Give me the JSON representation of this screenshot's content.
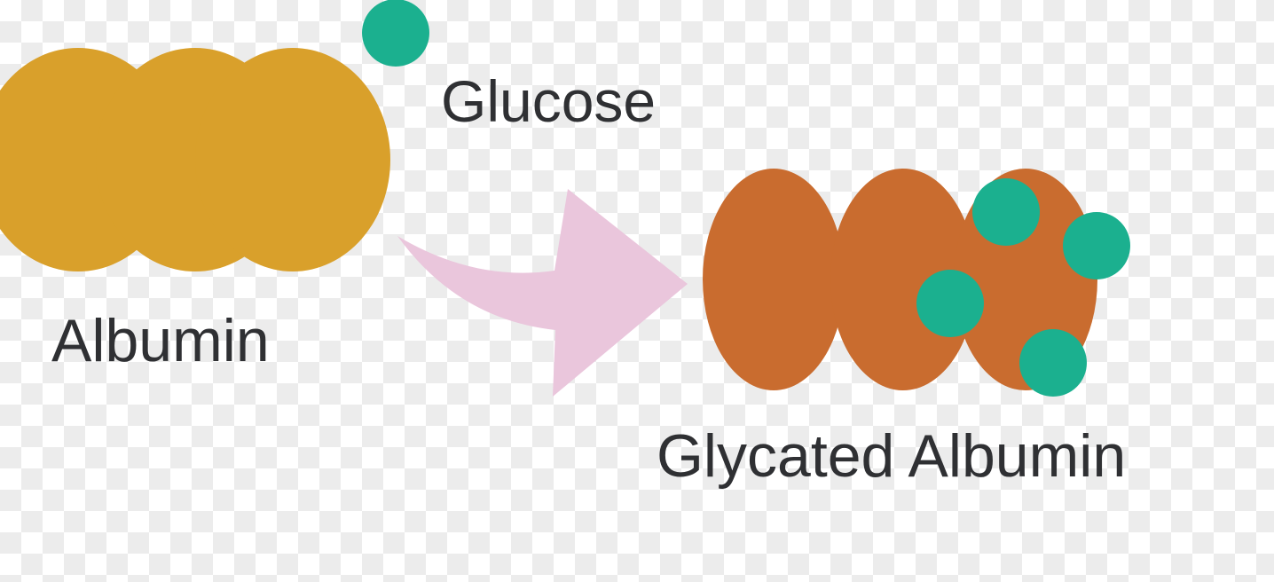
{
  "labels": {
    "glucose": "Glucose",
    "albumin": "Albumin",
    "glycated_albumin": "Glycated Albumin"
  },
  "colors": {
    "albumin": "#d9a02b",
    "glycated_albumin": "#c96c2f",
    "glucose": "#1bb08f",
    "arrow": "#eac6dc",
    "text": "#2f3033",
    "checker": "#ececec"
  },
  "icons": {
    "arrow": "curved-arrow-icon"
  }
}
